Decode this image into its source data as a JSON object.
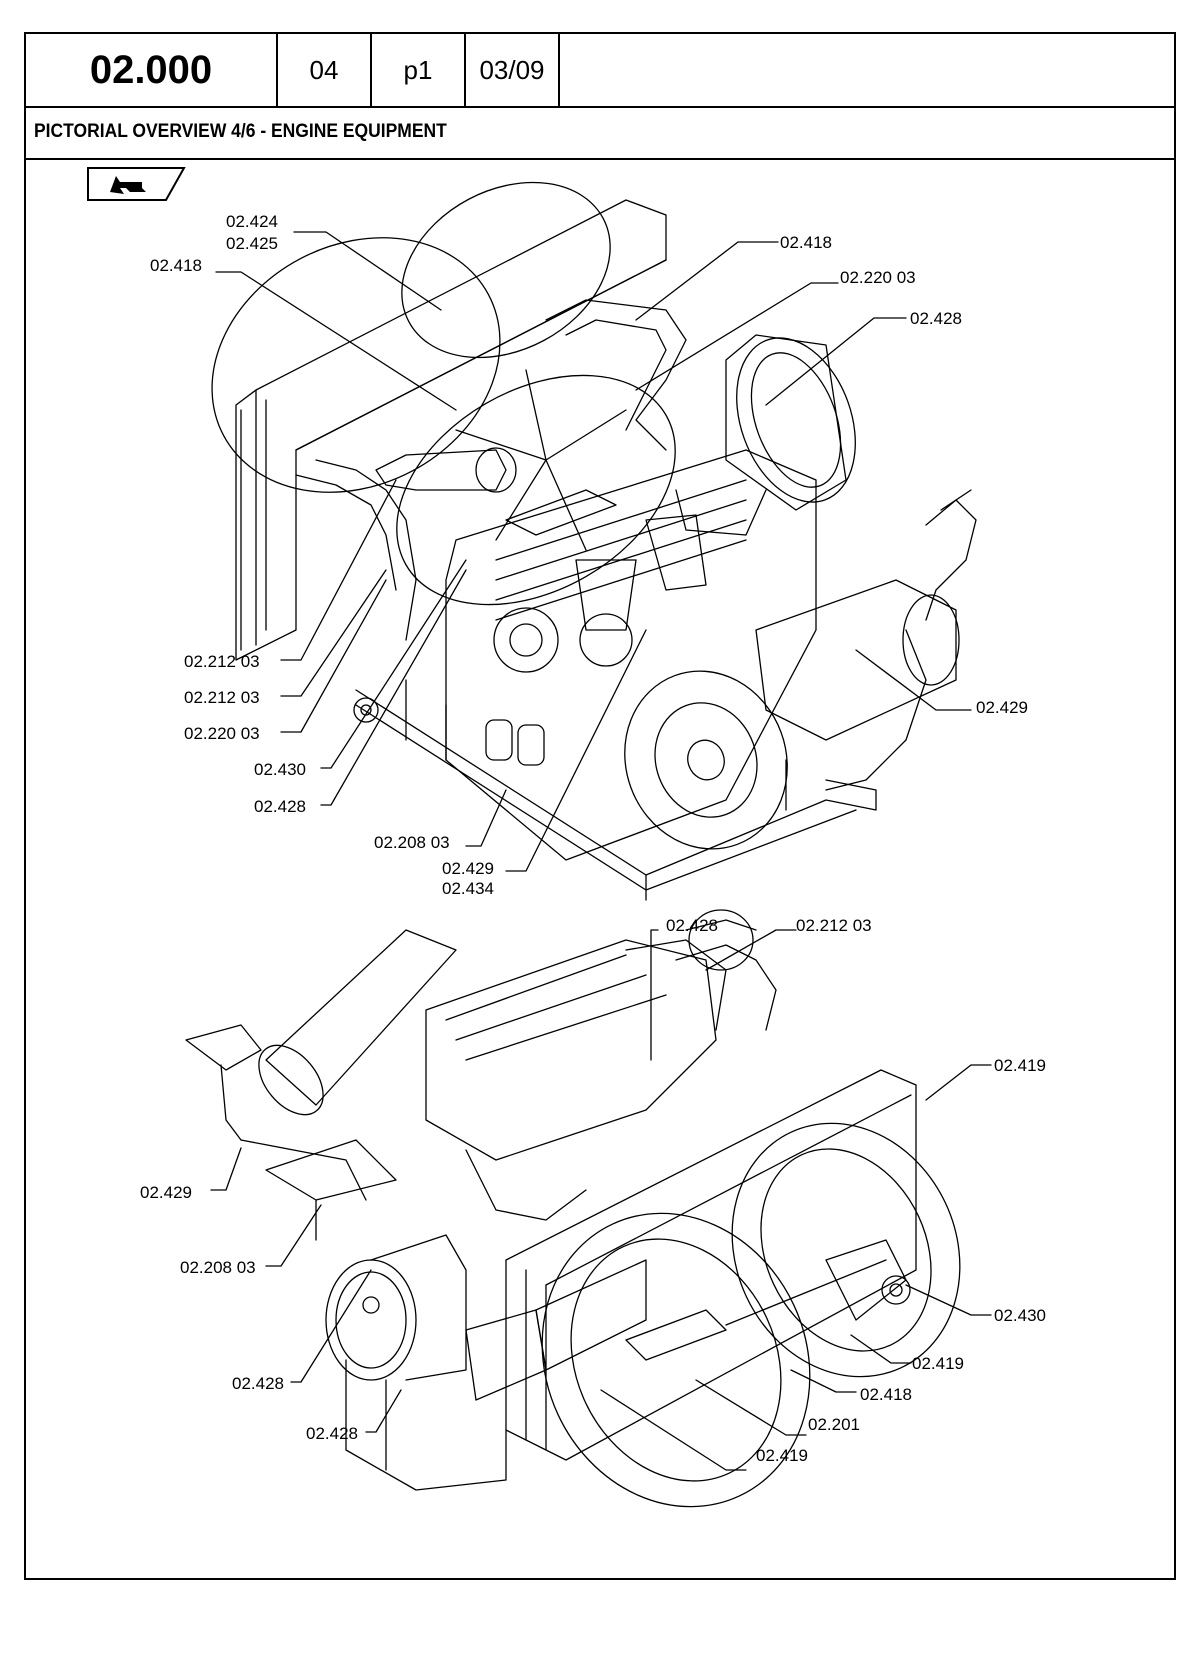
{
  "header": {
    "code": "02.000",
    "revision": "04",
    "page": "p1",
    "date": "03/09"
  },
  "title": "PICTORIAL OVERVIEW 4/6 - ENGINE EQUIPMENT",
  "view_badge_icon": "arrow-view-icon",
  "callouts": {
    "top": [
      "02.424",
      "02.425",
      "02.418",
      "02.418",
      "02.220 03",
      "02.428",
      "02.212 03",
      "02.212 03",
      "02.220 03",
      "02.430",
      "02.428",
      "02.429",
      "02.208 03",
      "02.429",
      "02.434"
    ],
    "bottom": [
      "02.428",
      "02.212 03",
      "02.419",
      "02.429",
      "02.208 03",
      "02.430",
      "02.419",
      "02.428",
      "02.418",
      "02.428",
      "02.201",
      "02.419"
    ]
  }
}
